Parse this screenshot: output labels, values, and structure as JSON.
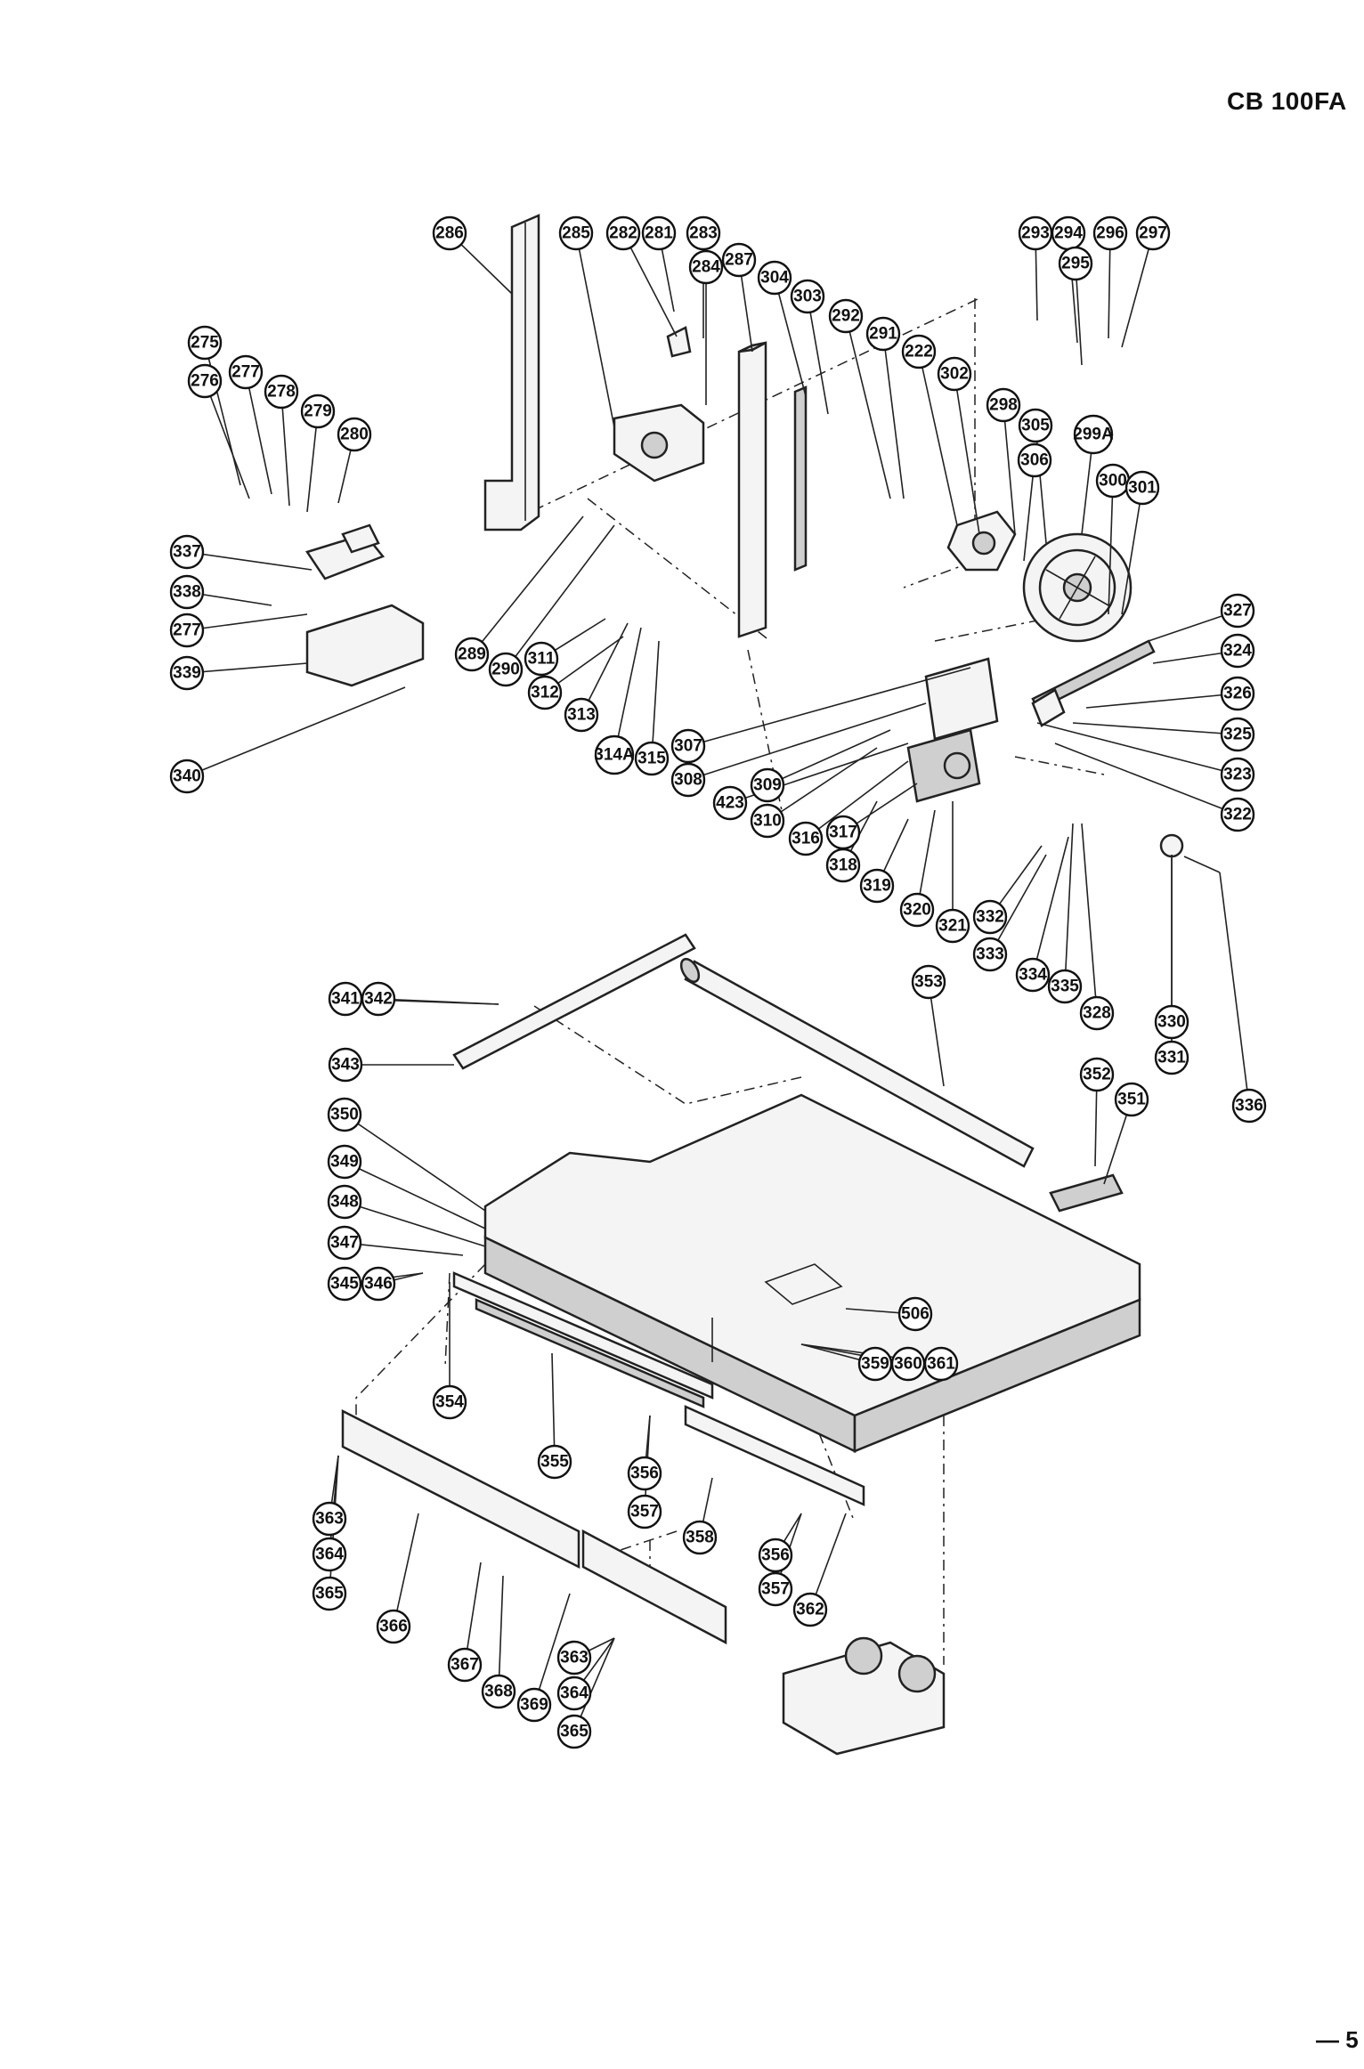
{
  "header": {
    "model": "CB 100FA"
  },
  "footer": {
    "page_number": "— 5"
  },
  "callouts": [
    "286",
    "285",
    "282",
    "281",
    "283",
    "284",
    "287",
    "304",
    "303",
    "292",
    "291",
    "222",
    "302",
    "293",
    "294",
    "296",
    "297",
    "295",
    "298",
    "305",
    "299A",
    "306",
    "300",
    "301",
    "275",
    "276",
    "277",
    "278",
    "279",
    "280",
    "337",
    "338",
    "277",
    "339",
    "340",
    "289",
    "290",
    "311",
    "312",
    "313",
    "314A",
    "315",
    "307",
    "308",
    "423",
    "309",
    "310",
    "316",
    "317",
    "318",
    "319",
    "320",
    "321",
    "327",
    "324",
    "326",
    "325",
    "323",
    "322",
    "332",
    "333",
    "334",
    "335",
    "328",
    "330",
    "331",
    "336",
    "341",
    "342",
    "343",
    "353",
    "352",
    "351",
    "350",
    "349",
    "348",
    "347",
    "345",
    "346",
    "354",
    "506",
    "359",
    "360",
    "361",
    "355",
    "356",
    "357",
    "358",
    "356",
    "357",
    "362",
    "363",
    "364",
    "365",
    "366",
    "367",
    "368",
    "369",
    "363",
    "364",
    "365"
  ]
}
